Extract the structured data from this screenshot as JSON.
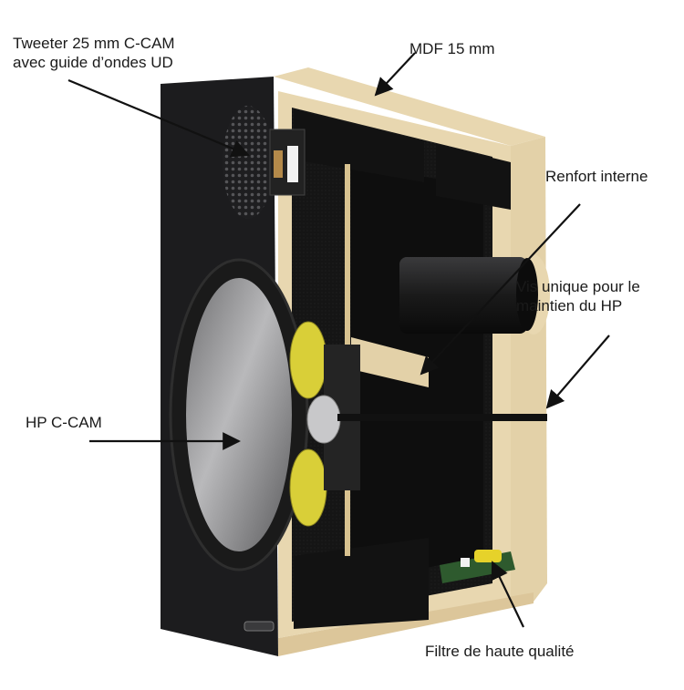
{
  "labels": {
    "tweeter_line1": "Tweeter 25 mm C-CAM",
    "tweeter_line2": "avec guide d’ondes UD",
    "mdf": "MDF 15 mm",
    "renfort": "Renfort interne",
    "vis_line1": "Vis unique pour le",
    "vis_line2": "maintien du HP",
    "hp": "HP C-CAM",
    "filtre": "Filtre de haute qualité"
  },
  "colors": {
    "cabinet_black": "#1c1c1e",
    "mdf_beige": "#e8d7b0",
    "foam_black": "#141414",
    "cone_grey": "#8a8a8c",
    "spider_yellow": "#d9cf38"
  }
}
